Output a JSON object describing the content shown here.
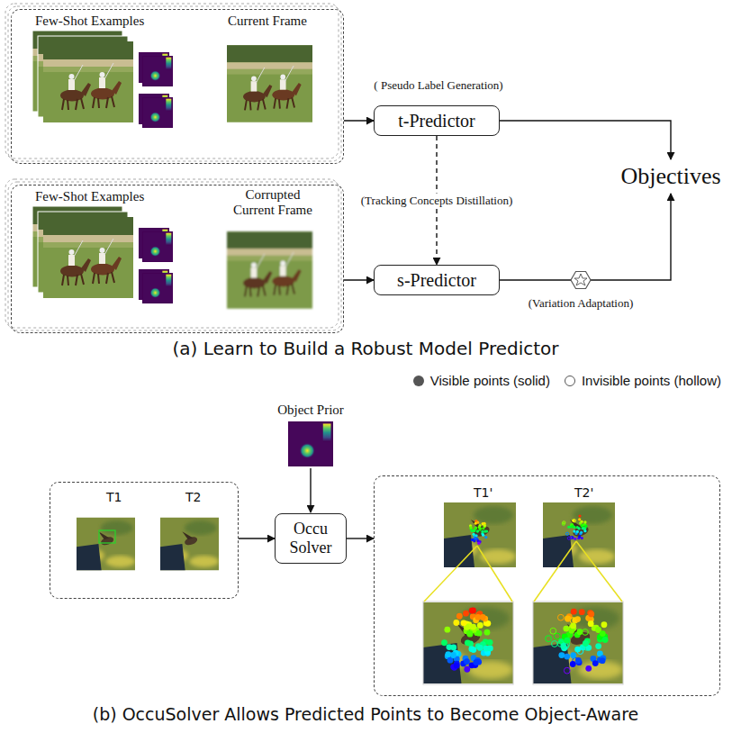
{
  "diagram": {
    "nodes": [
      {
        "text": [
          "Few-Shot Examples",
          "Current Frame"
        ]
      },
      {
        "text": [
          "t-Predictor"
        ]
      },
      {
        "text": [
          "Few-Shot Examples",
          "Corrupted Current Frame"
        ]
      },
      {
        "text": [
          "s-Predictor"
        ]
      },
      {
        "text": [
          "Objectives"
        ]
      },
      {
        "text": [
          "T1",
          "T2"
        ]
      },
      {
        "text": [
          "Occu Solver"
        ]
      },
      {
        "text": [
          "T1'",
          "T2'"
        ]
      }
    ],
    "edges": [
      {
        "from": 0,
        "to": 1,
        "arrow": "to"
      },
      {
        "from": 1,
        "to": 3,
        "arrow": "to",
        "label": "(Tracking Concepts Distillation)"
      },
      {
        "from": 2,
        "to": 3,
        "arrow": "to"
      },
      {
        "from": 1,
        "to": 4,
        "arrow": "to"
      },
      {
        "from": 3,
        "to": 4,
        "arrow": "to"
      },
      {
        "from": 5,
        "to": 6,
        "arrow": "to"
      },
      {
        "from": 6,
        "to": 7,
        "arrow": "to"
      }
    ],
    "labels": [
      "( Pseudo Label Generation)",
      "(Variation Adaptation)",
      "(a) Learn to Build a Robust Model Predictor",
      "Object Prior",
      "(b) OccuSolver Allows Predicted Points to Become Object-Aware"
    ],
    "legend": [
      {
        "text": "Visible points (solid)",
        "color": "#555555"
      },
      {
        "text": "Invisible points (hollow)"
      }
    ]
  }
}
